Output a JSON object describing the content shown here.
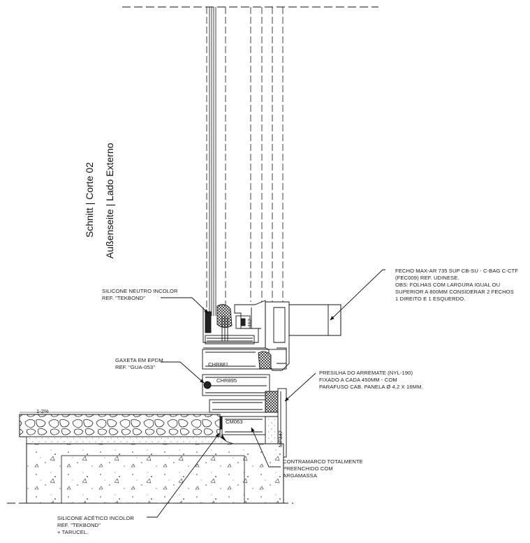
{
  "title": {
    "line1": "Schnitt | Corte 02",
    "line2": "Außenseite | Lado Externo"
  },
  "notes": {
    "silicone_neutro": [
      "SILICONE NEUTRO INCOLOR",
      "REF. \"TEKBOND\""
    ],
    "gaxeta": [
      "GAXETA EM EPDM",
      "REF. \"GUA-053\""
    ],
    "silicone_acetico": [
      "SILICONE ACÉTICO INCOLOR",
      "REF. \"TEKBOND\"",
      "+ TARUCEL."
    ],
    "fecho": [
      "FECHO MAX-AR 735 SUP CB-SU - C-BAG C-CTF",
      "(FEC009) REF. UDINESE.",
      "OBS: FOLHAS COM LARGURA IGUAL OU",
      "SUPERIOR A 800MM CONSIDERAR 2 FECHOS",
      "1 DIREITO E 1 ESQUERDO."
    ],
    "presilha": [
      "PRESILHA DO ARREMATE (NYL-190)",
      "FIXADO A CADA 450MM - COM",
      " PARAFUSO CAB. PANELA Ø 4,2 X 16MM."
    ],
    "contramarco": [
      "CONTRAMARCO TOTALMENTE",
      "PREENCHIDO COM",
      "ARGAMASSA"
    ]
  },
  "profiles": {
    "chr881": "CHR881",
    "chr895": "CHR895",
    "cm063": "CM063",
    "mp347": "MP347",
    "p112": "112"
  },
  "slope": "1-2%",
  "colors": {
    "line": "#1a1a1a",
    "hatch": "#444444",
    "background": "#ffffff"
  }
}
